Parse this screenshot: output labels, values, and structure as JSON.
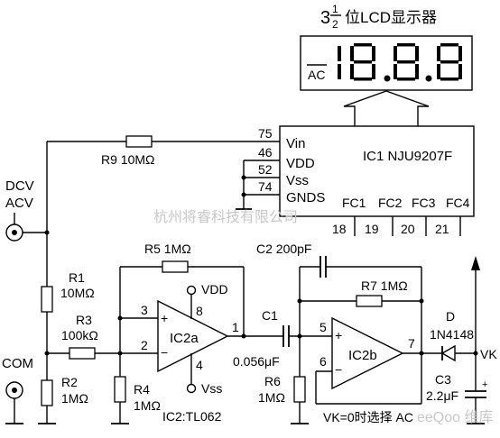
{
  "display": {
    "title_whole": "3",
    "title_num": "1",
    "title_den": "2",
    "title_rest": "位LCD显示器",
    "ac_flag": "AC",
    "digits": "18.8.8"
  },
  "ic1": {
    "name": "IC1  NJU9207F",
    "pins": [
      {
        "num": "75",
        "label": "Vin"
      },
      {
        "num": "46",
        "label": "VDD"
      },
      {
        "num": "52",
        "label": "Vss"
      },
      {
        "num": "74",
        "label": "GNDS"
      }
    ],
    "fc_labels": [
      "FC1",
      "FC2",
      "FC3",
      "FC4"
    ],
    "fc_pins": [
      "18",
      "19",
      "20",
      "21"
    ]
  },
  "inputs": {
    "dcv": "DCV",
    "acv": "ACV",
    "com": "COM"
  },
  "components": {
    "r9": "R9  10MΩ",
    "r1_name": "R1",
    "r1_val": "10MΩ",
    "r2_name": "R2",
    "r2_val": "1MΩ",
    "r3_name": "R3",
    "r3_val": "100kΩ",
    "r4_name": "R4",
    "r4_val": "1MΩ",
    "r5": "R5  1MΩ",
    "r6_name": "R6",
    "r6_val": "1MΩ",
    "r7": "R7  1MΩ",
    "c1_name": "C1",
    "c1_val": "0.056μF",
    "c2": "C2  200pF",
    "c3_name": "C3",
    "c3_val": "2.2μF",
    "d_name": "D",
    "d_val": "1N4148"
  },
  "ic2a": {
    "name": "IC2a",
    "vdd": "VDD",
    "vss": "Vss",
    "pin_vdd": "8",
    "pin_vss": "4",
    "pin_plus": "3",
    "pin_minus": "2",
    "pin_out": "1",
    "plus": "+",
    "minus": "−",
    "chip": "IC2:TL062"
  },
  "ic2b": {
    "name": "IC2b",
    "pin_plus": "5",
    "pin_minus": "6",
    "pin_out": "7",
    "plus": "+",
    "minus": "−"
  },
  "vk": {
    "label": "VK",
    "note": "VK=0时选择 AC"
  },
  "watermark": {
    "center": "杭州将睿科技有限公司",
    "corner": "eeQoo 维库"
  },
  "colors": {
    "ink": "#000000",
    "watermark": "#c8c8c8"
  }
}
